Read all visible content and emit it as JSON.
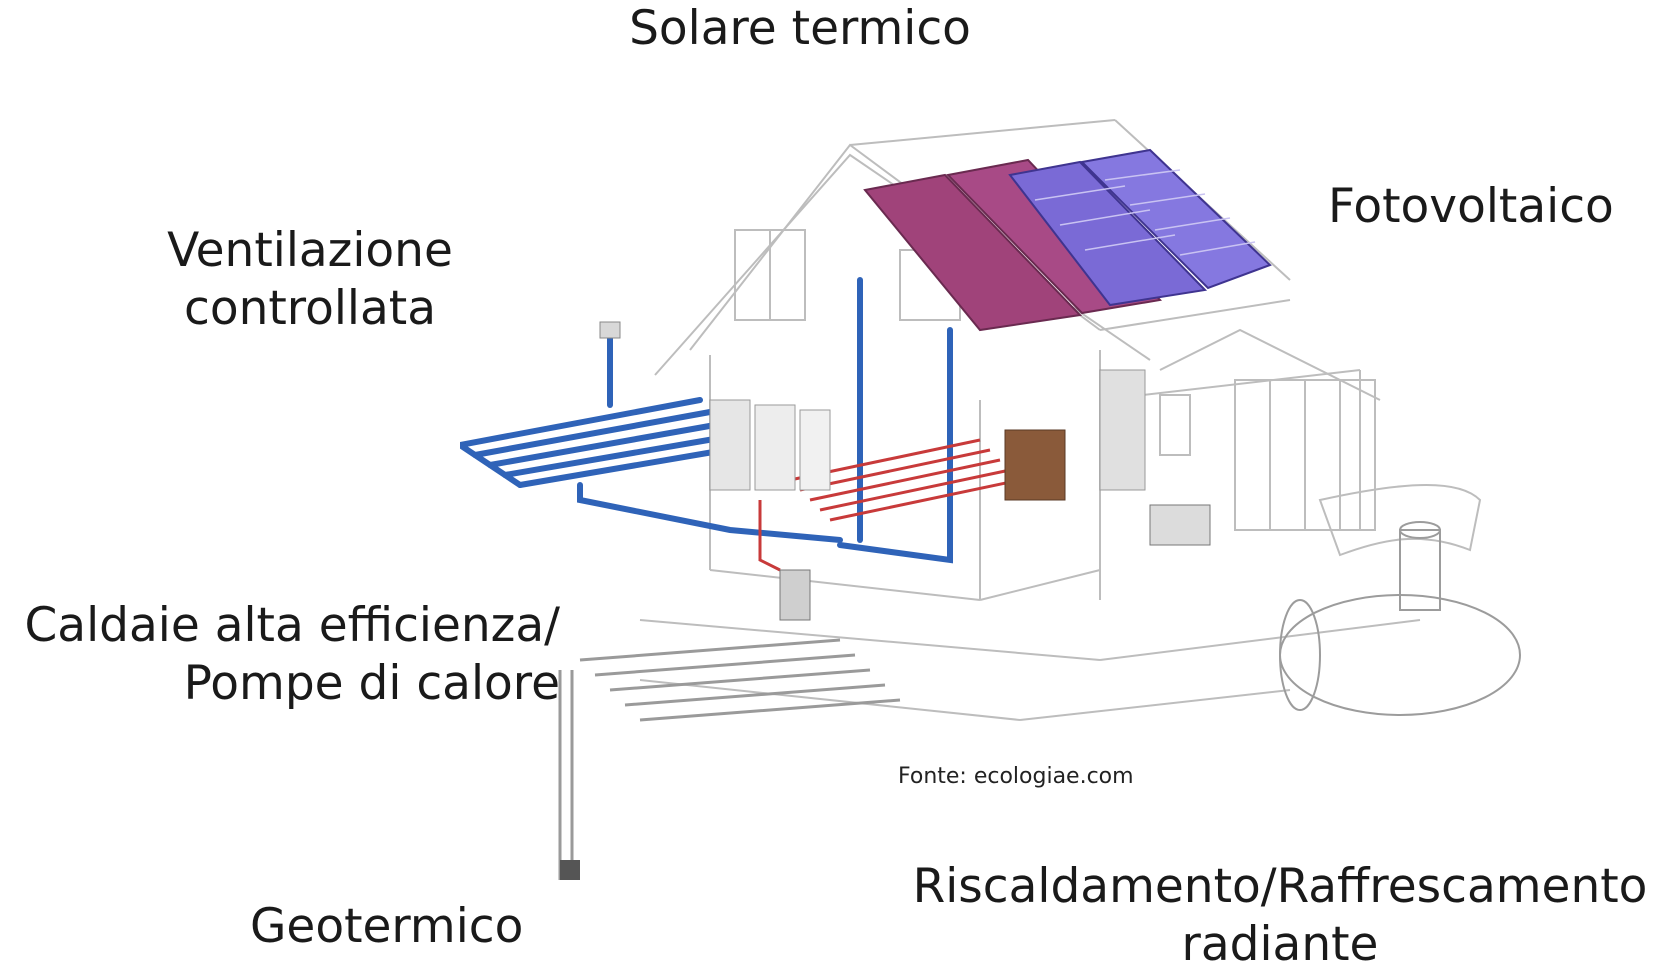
{
  "labels": {
    "solar": "Solare termico",
    "ventilazione_1": "Ventilazione",
    "ventilazione_2": "controllata",
    "fotovoltaico": "Fotovoltaico",
    "caldaie_1": "Caldaie alta efficienza/",
    "caldaie_2": "Pompe di calore",
    "geotermico": "Geotermico",
    "riscaldamento_1": "Riscaldamento/Raffrescamento",
    "riscaldamento_2": "radiante"
  },
  "source": "Fonte: ecologiae.com",
  "colors": {
    "solar_thermal_panel": "#a0437a",
    "pv_panel": "#7a6ad6",
    "cold_pipe": "#2f63b8",
    "hot_pipe": "#c83a3a",
    "outline": "#b8b8b8",
    "door": "#8a5a3a"
  }
}
